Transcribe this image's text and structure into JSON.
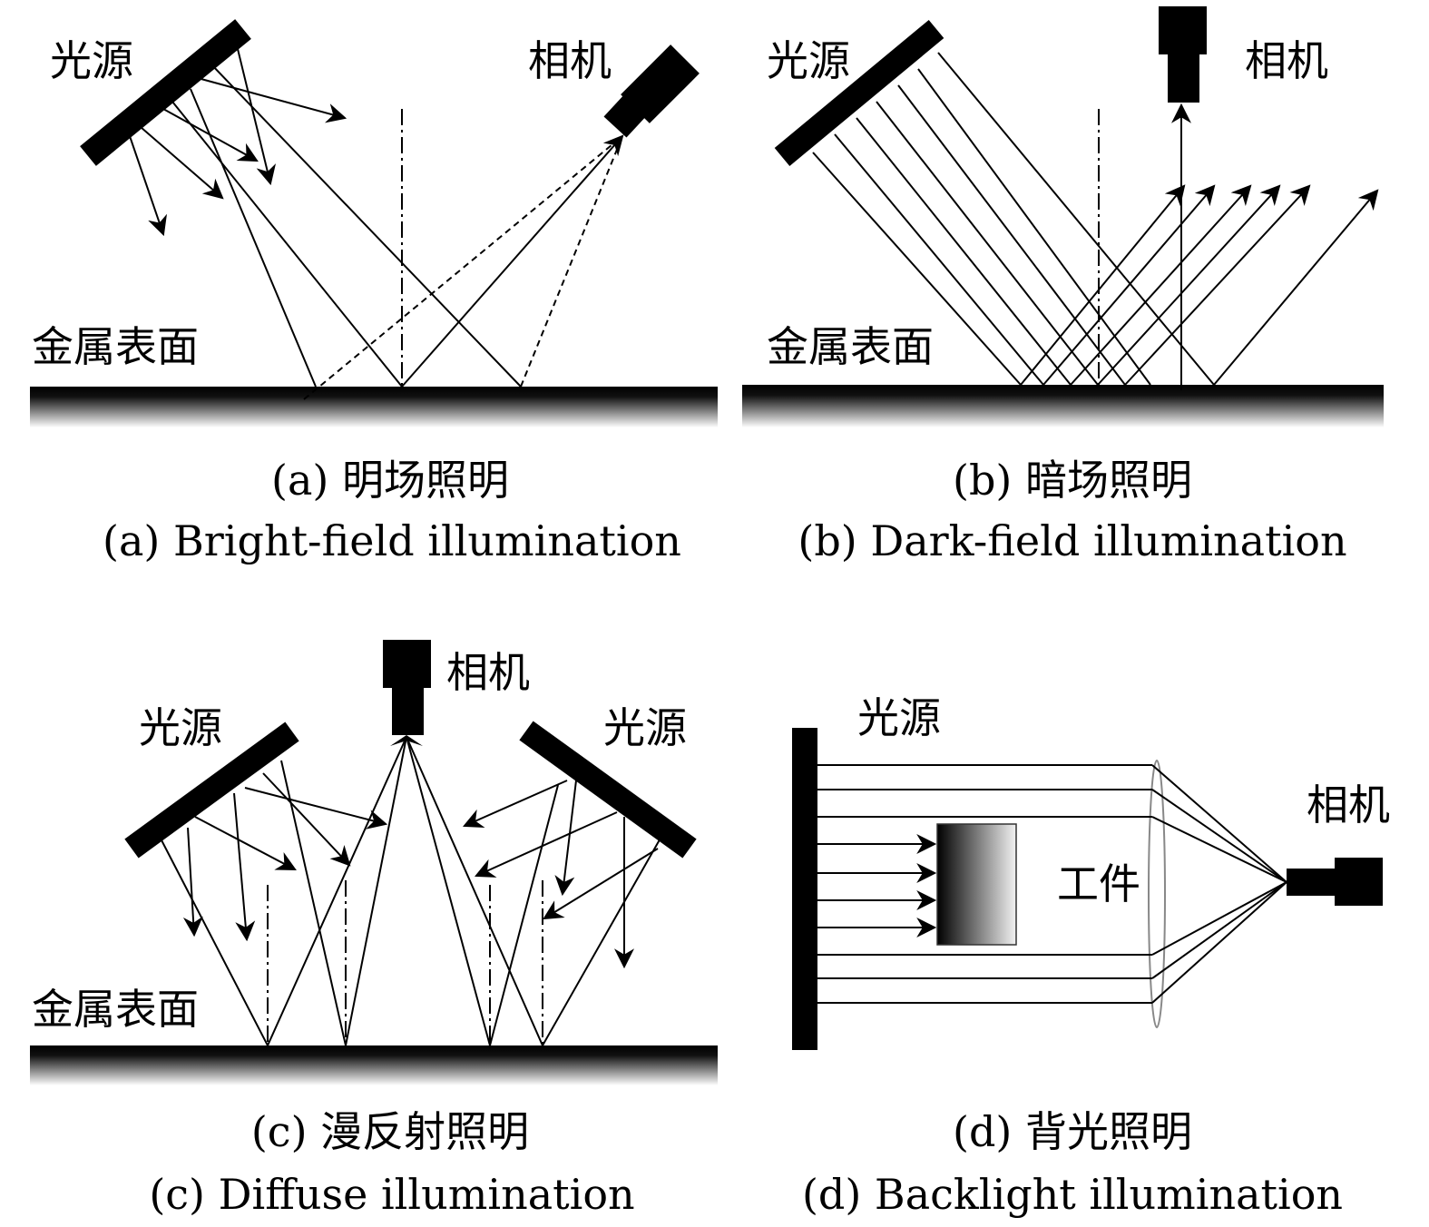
{
  "panels": {
    "a": {
      "label_light": "光源",
      "label_camera": "相机",
      "label_surface": "金属表面",
      "caption_cn": "(a) 明场照明",
      "caption_en": "(a) Bright-field illumination"
    },
    "b": {
      "label_light": "光源",
      "label_camera": "相机",
      "label_surface": "金属表面",
      "caption_cn": "(b) 暗场照明",
      "caption_en": "(b) Dark-field illumination"
    },
    "c": {
      "label_light_left": "光源",
      "label_light_right": "光源",
      "label_camera": "相机",
      "label_surface": "金属表面",
      "caption_cn": "(c) 漫反射照明",
      "caption_en": "(c) Diffuse illumination"
    },
    "d": {
      "label_light": "光源",
      "label_camera": "相机",
      "label_workpiece": "工件",
      "caption_cn": "(d) 背光照明",
      "caption_en": "(d) Backlight illumination"
    }
  }
}
